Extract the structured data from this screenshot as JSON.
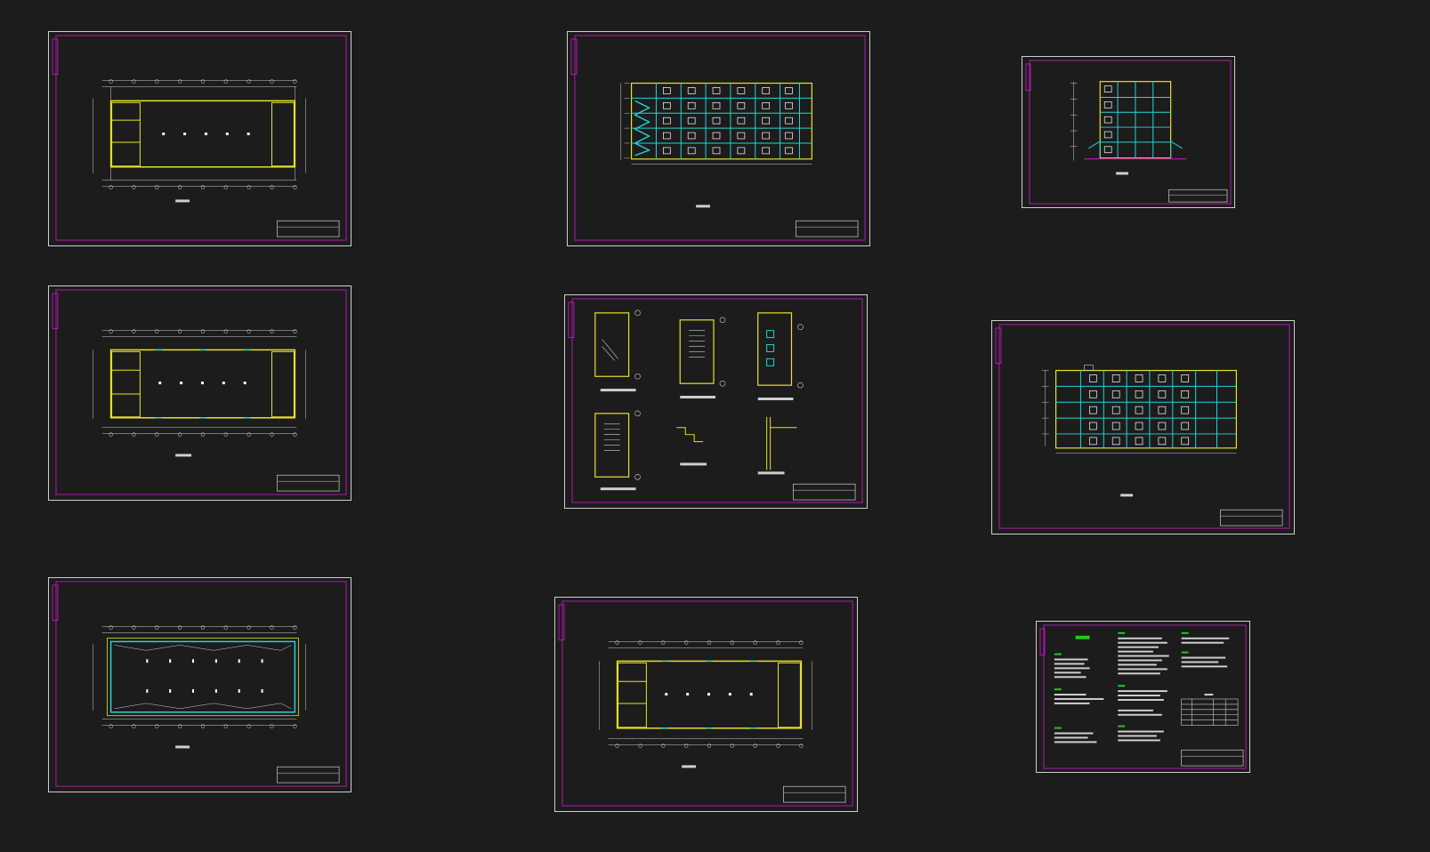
{
  "workspace": {
    "background_color": "#1c1c1c"
  },
  "colors": {
    "sheet_border": "#cfcfcf",
    "inner_frame": "#b01ab0",
    "wall": "#e8e22a",
    "grid": "#ffffff",
    "glazing": "#22d6d6",
    "note_heading": "#22c922"
  },
  "sheets": [
    {
      "name": "sheet-floor-plan-1",
      "kind": "plan"
    },
    {
      "name": "sheet-front-elevation",
      "kind": "elevation-stairs"
    },
    {
      "name": "sheet-side-elevation",
      "kind": "side-elevation"
    },
    {
      "name": "sheet-floor-plan-2",
      "kind": "plan"
    },
    {
      "name": "sheet-stair-details",
      "kind": "details"
    },
    {
      "name": "sheet-rear-elevation",
      "kind": "elevation"
    },
    {
      "name": "sheet-roof-plan",
      "kind": "roof"
    },
    {
      "name": "sheet-floor-plan-3",
      "kind": "plan"
    },
    {
      "name": "sheet-design-notes",
      "kind": "notes"
    }
  ]
}
